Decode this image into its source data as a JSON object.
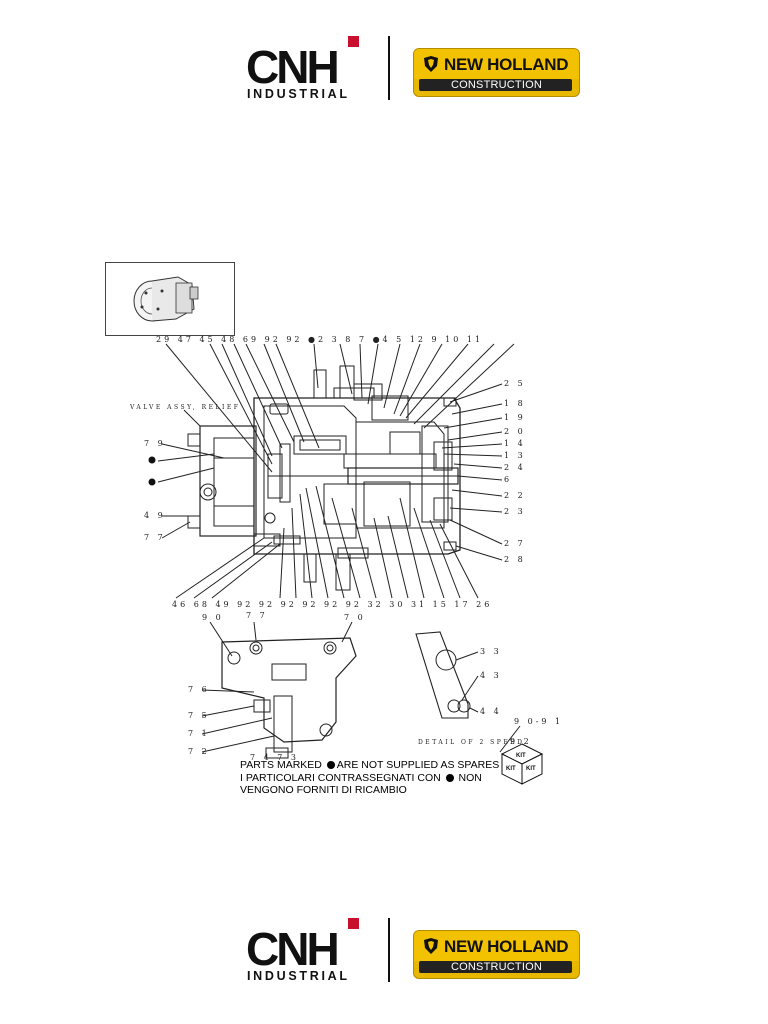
{
  "header_logos": {
    "cnh": {
      "letters": "CNH",
      "sub": "INDUSTRIAL",
      "accent": "#c8102e"
    },
    "new_holland": {
      "name": "NEW HOLLAND",
      "sub": "CONSTRUCTION",
      "color": "#f2c200"
    }
  },
  "footer_logos": {
    "cnh": {
      "letters": "CNH",
      "sub": "INDUSTRIAL"
    },
    "new_holland": {
      "name": "NEW HOLLAND",
      "sub": "CONSTRUCTION"
    }
  },
  "diagram": {
    "top_callouts": "29   47 45 48 69 92 92  ●2   3   8   7   ●4   5  12   9   10  11",
    "right_callouts": [
      "25",
      "18",
      "19",
      "20",
      "14",
      "13",
      "24",
      "6",
      "22",
      "23",
      "27",
      "28"
    ],
    "left_callouts": [
      "79",
      "●",
      "●",
      "49",
      "77"
    ],
    "left_label": "VALVE ASSY, RELIEF",
    "bottom_callouts": "46 68 49    92 92 92 92 92 92 32 30 31 15  17 26",
    "valve_callouts": {
      "top": [
        "90",
        "77",
        "70"
      ],
      "left": [
        "76",
        "75",
        "71",
        "72"
      ],
      "bottom": "74 73"
    },
    "detail_callouts": [
      "33",
      "43",
      "44"
    ],
    "detail_label": "DETAIL OF 2 SPEED",
    "kit_callouts": [
      "90-91",
      "92"
    ],
    "kit_text": "KIT"
  },
  "note": {
    "line1_a": "PARTS MARKED ",
    "line1_b": "ARE NOT SUPPLIED AS SPARES",
    "line2_a": "I PARTICOLARI CONTRASSEGNATI CON ",
    "line2_b": " NON",
    "line3": "VENGONO FORNITI DI RICAMBIO"
  }
}
